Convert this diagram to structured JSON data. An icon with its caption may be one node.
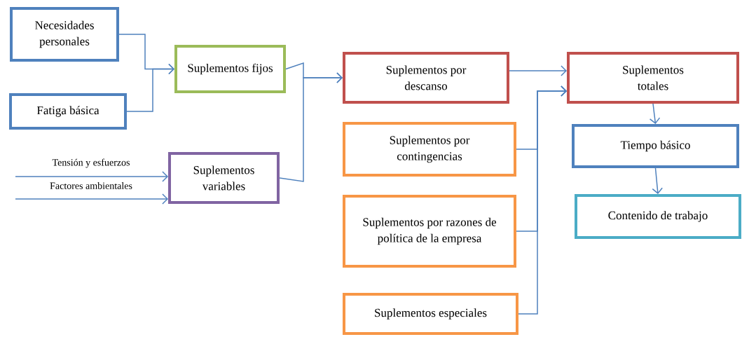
{
  "diagram": {
    "nodes": [
      {
        "text": [
          "Necesidades personales"
        ]
      },
      {
        "text": [
          "Fatiga básica"
        ]
      },
      {
        "text": [
          "Suplementos fijos"
        ]
      },
      {
        "text": [
          "Suplementos variables"
        ]
      },
      {
        "text": [
          "Suplementos por descanso"
        ]
      },
      {
        "text": [
          "Suplementos por contingencias"
        ]
      },
      {
        "text": [
          "Suplementos por razones de política de la empresa"
        ]
      },
      {
        "text": [
          "Suplementos especiales"
        ]
      },
      {
        "text": [
          "Suplementos totales"
        ]
      },
      {
        "text": [
          "Tiempo básico"
        ]
      },
      {
        "text": [
          "Contenido de trabajo"
        ]
      }
    ],
    "edges": [
      {
        "from": 0,
        "to": 2,
        "arrow": "to"
      },
      {
        "from": 1,
        "to": 2,
        "arrow": "to"
      },
      {
        "from": null,
        "to": 3,
        "arrow": "to",
        "label": "Tensión y esfuerzos"
      },
      {
        "from": null,
        "to": 3,
        "arrow": "to",
        "label": "Factores ambientales"
      },
      {
        "from": 2,
        "to": 4,
        "arrow": "to"
      },
      {
        "from": 3,
        "to": 4,
        "arrow": "to"
      },
      {
        "from": 4,
        "to": 8,
        "arrow": "to"
      },
      {
        "from": 5,
        "to": 8,
        "arrow": "to"
      },
      {
        "from": 6,
        "to": 8,
        "arrow": "to"
      },
      {
        "from": 7,
        "to": 8,
        "arrow": "to"
      },
      {
        "from": 8,
        "to": 9,
        "arrow": "to"
      },
      {
        "from": 9,
        "to": 10,
        "arrow": "to"
      }
    ]
  }
}
